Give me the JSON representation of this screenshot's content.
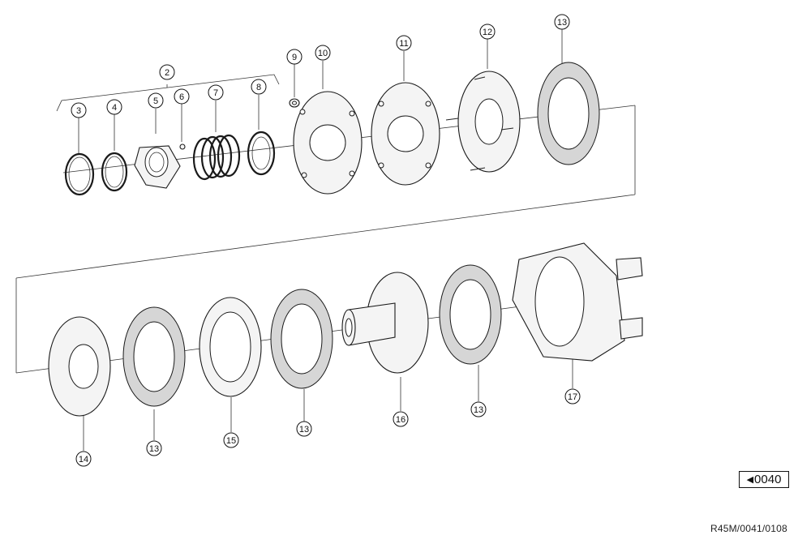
{
  "callouts": [
    {
      "id": "c2",
      "label": "2"
    },
    {
      "id": "c3",
      "label": "3"
    },
    {
      "id": "c4",
      "label": "4"
    },
    {
      "id": "c5",
      "label": "5"
    },
    {
      "id": "c6",
      "label": "6"
    },
    {
      "id": "c7",
      "label": "7"
    },
    {
      "id": "c8",
      "label": "8"
    },
    {
      "id": "c9",
      "label": "9"
    },
    {
      "id": "c10",
      "label": "10"
    },
    {
      "id": "c11",
      "label": "11"
    },
    {
      "id": "c12",
      "label": "12"
    },
    {
      "id": "c13a",
      "label": "13"
    },
    {
      "id": "c14",
      "label": "14"
    },
    {
      "id": "c13b",
      "label": "13"
    },
    {
      "id": "c15",
      "label": "15"
    },
    {
      "id": "c13c",
      "label": "13"
    },
    {
      "id": "c16",
      "label": "16"
    },
    {
      "id": "c13d",
      "label": "13"
    },
    {
      "id": "c17",
      "label": "17"
    }
  ],
  "reference_tag": {
    "arrow": "◀",
    "code": "0040"
  },
  "drawing_id": "R45M/0041/0108"
}
